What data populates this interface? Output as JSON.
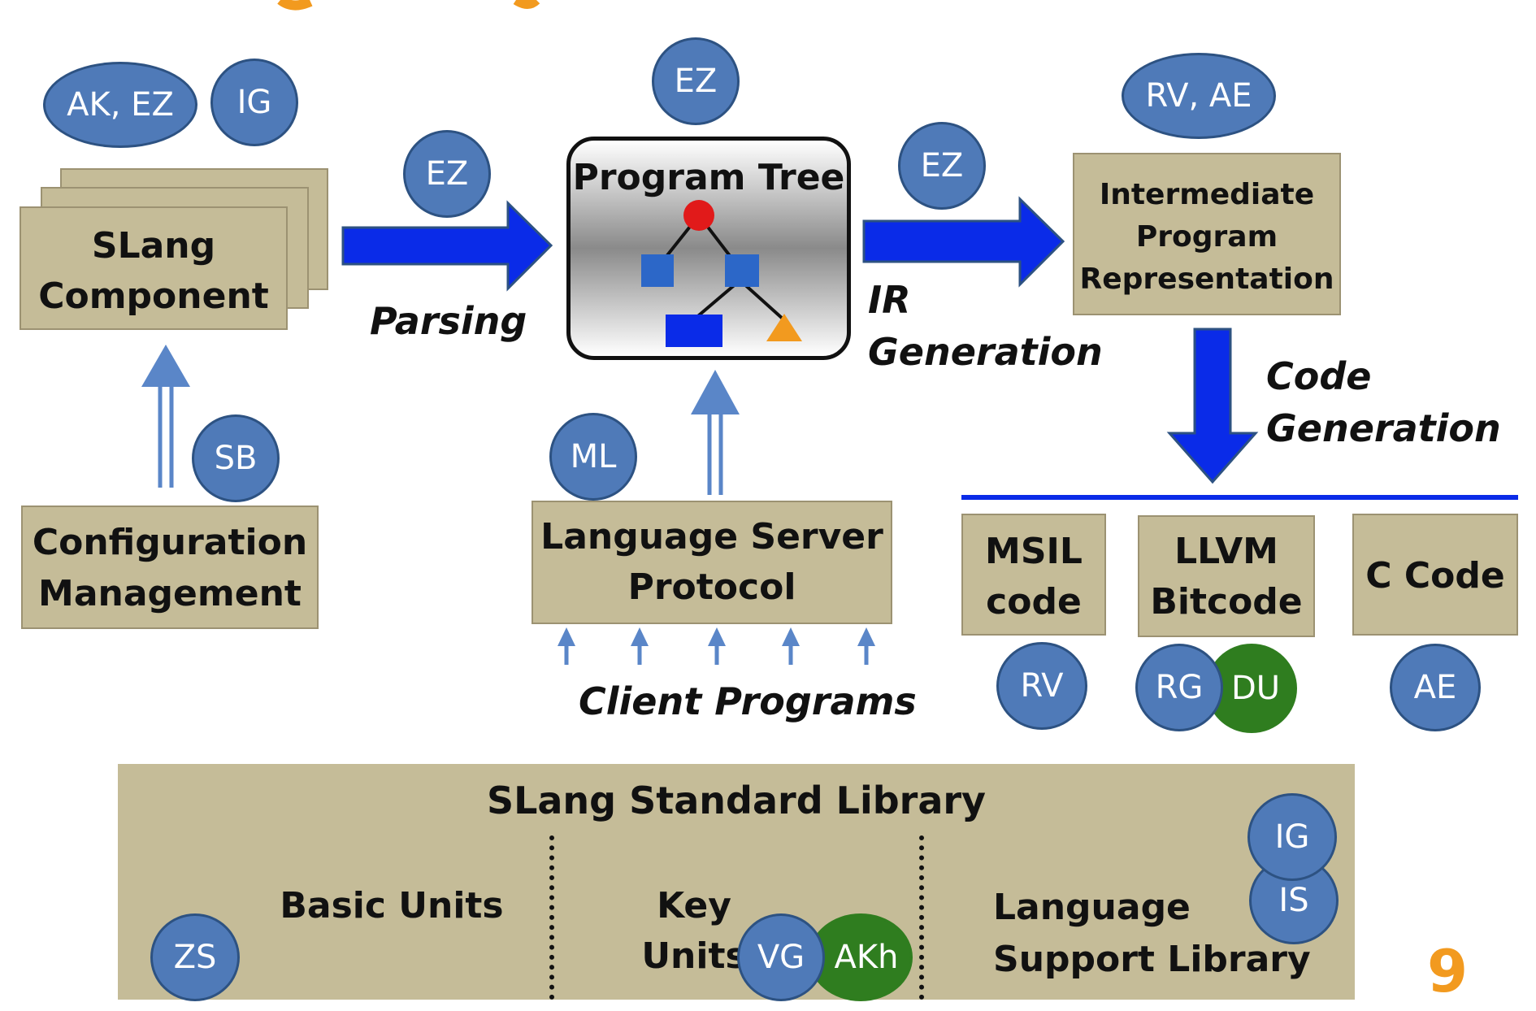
{
  "colors": {
    "box_fill": "#c5bc98",
    "ellipse_blue": "#4f7ab8",
    "ellipse_green": "#2f7d1f",
    "arrow_blue": "#0a2be8",
    "light_arrow": "#5a86c8",
    "orange": "#f29a1f"
  },
  "slang_component": {
    "line1": "SLang",
    "line2": "Component",
    "owners1": "AK, EZ",
    "owners2": "IG"
  },
  "config_mgmt": {
    "line1": "Configuration",
    "line2": "Management",
    "owner": "SB"
  },
  "parsing": {
    "label": "Parsing",
    "owner": "EZ"
  },
  "program_tree": {
    "title": "Program Tree",
    "owner": "EZ"
  },
  "ir_generation": {
    "line1": "IR",
    "line2": "Generation",
    "owner": "EZ"
  },
  "intermediate": {
    "line1": "Intermediate",
    "line2": "Program",
    "line3": "Representation",
    "owner": "RV, AE"
  },
  "code_generation": {
    "line1": "Code",
    "line2": "Generation"
  },
  "lsp": {
    "line1": "Language Server",
    "line2": "Protocol",
    "owner": "ML",
    "clients_label": "Client Programs"
  },
  "backends": [
    {
      "line1": "MSIL",
      "line2": "code",
      "owners": [
        "RV"
      ]
    },
    {
      "line1": "LLVM",
      "line2": "Bitcode",
      "owners": [
        "RG",
        "DU"
      ]
    },
    {
      "line1": "C Code",
      "owners": [
        "AE"
      ]
    }
  ],
  "stdlib": {
    "title": "SLang Standard Library",
    "basic_units": "Basic Units",
    "key_units": "Key Units",
    "lang_support1": "Language",
    "lang_support2": "Support Library",
    "owner_basic": "ZS",
    "owners_key": [
      "VG",
      "AKh"
    ],
    "owners_support": [
      "IG",
      "IS"
    ]
  },
  "page_number": "9"
}
